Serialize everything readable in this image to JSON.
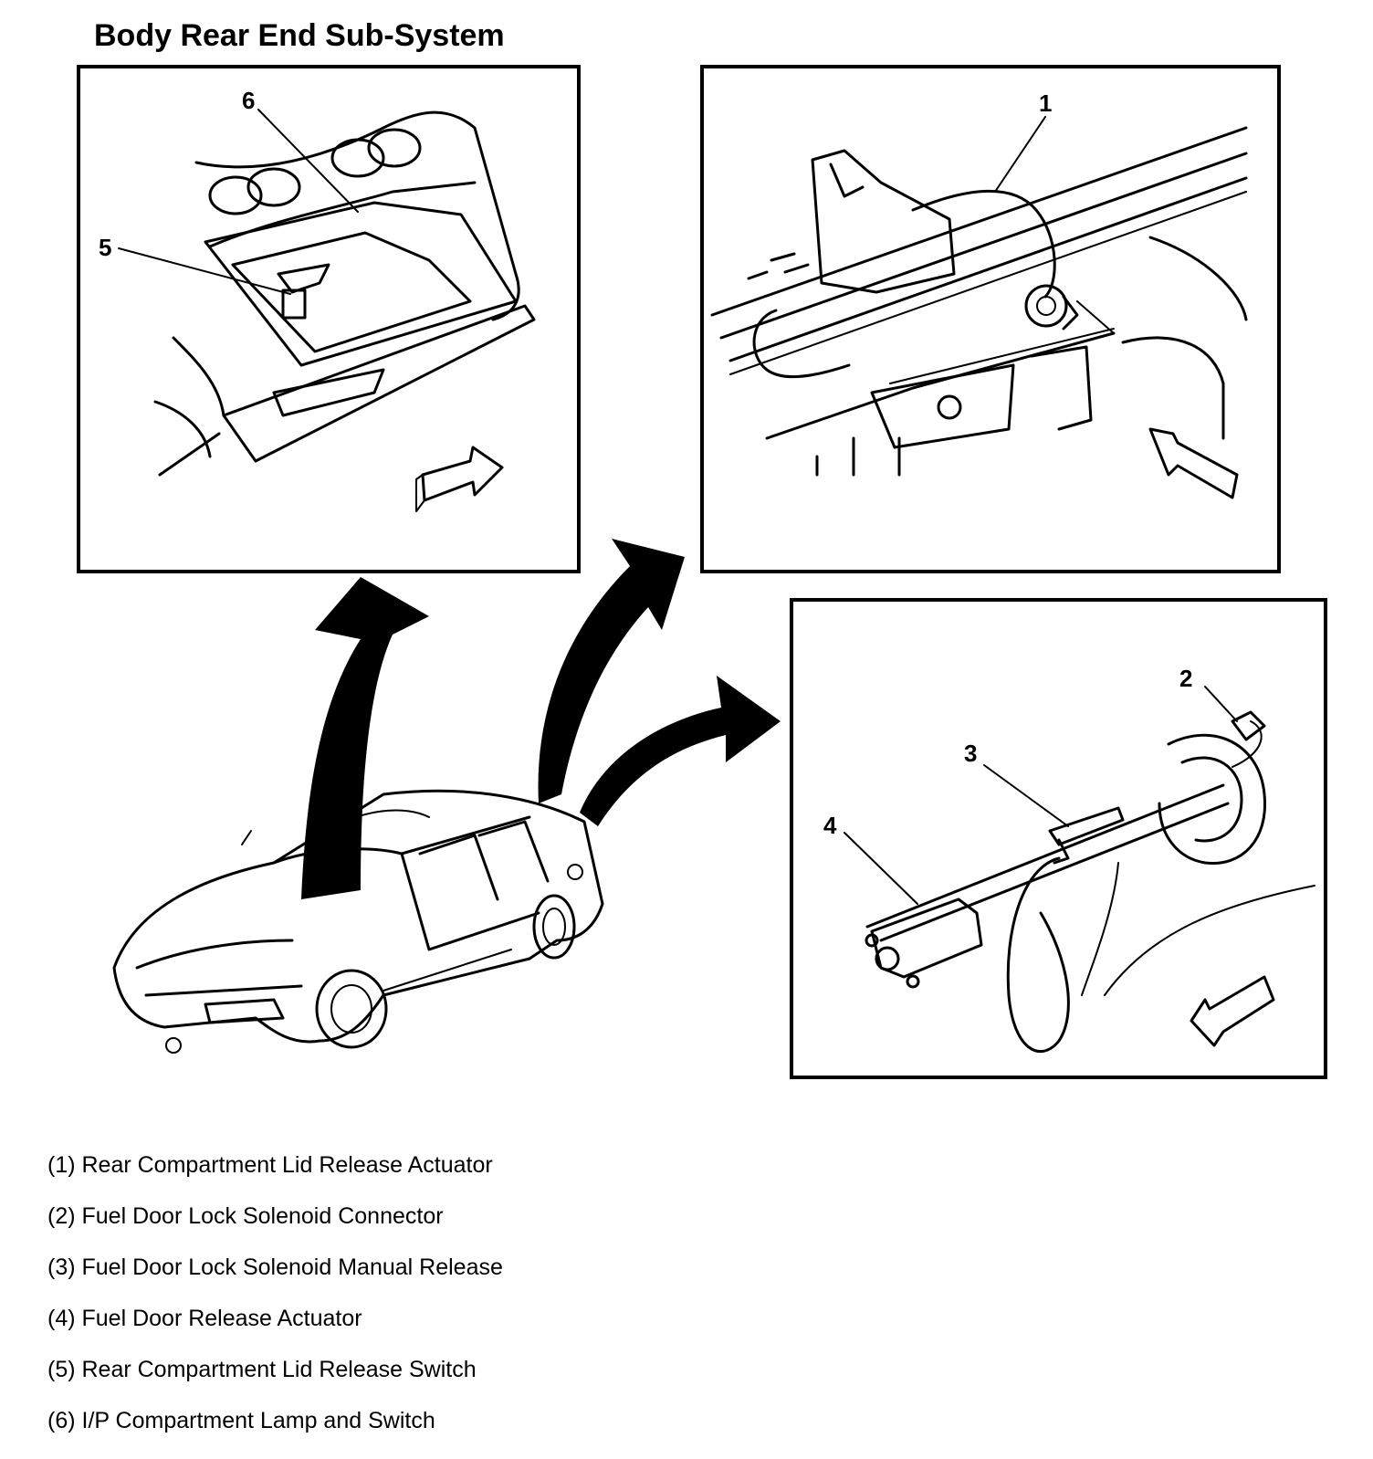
{
  "title": "Body Rear End Sub-System",
  "callouts": {
    "c1": "1",
    "c2": "2",
    "c3": "3",
    "c4": "4",
    "c5": "5",
    "c6": "6"
  },
  "legend": [
    "(1) Rear Compartment Lid Release Actuator",
    "(2) Fuel Door Lock Solenoid Connector",
    "(3) Fuel Door Lock Solenoid Manual Release",
    "(4) Fuel Door Release Actuator",
    "(5) Rear Compartment Lid Release Switch",
    "(6) I/P Compartment Lamp and Switch"
  ]
}
